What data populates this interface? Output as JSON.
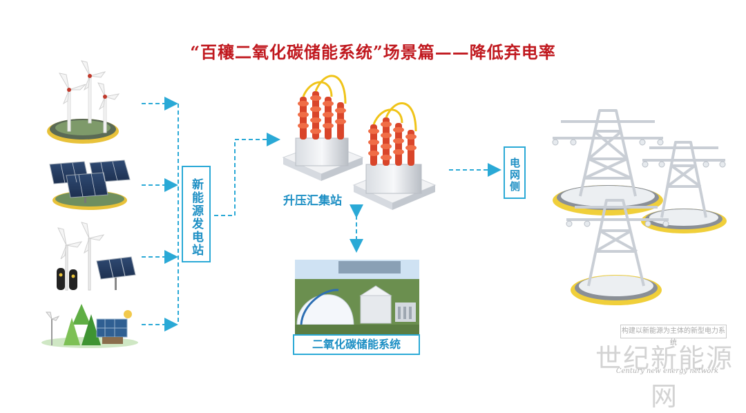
{
  "title": "“百穰二氧化碳储能系统”场景篇——降低弃电率",
  "nodes": {
    "new_energy_station": "新能源发电站",
    "boost_station": "升压汇集站",
    "grid_side": "电网侧",
    "co2_storage": "二氧化碳储能系统"
  },
  "watermark": {
    "caption": "构建以新能源为主体的新型电力系统",
    "brand": "世纪新能源网",
    "brand_en": "Century new energy network"
  },
  "colors": {
    "title": "#c0181e",
    "accent_blue": "#2aa9d6",
    "insulator_red": "#d9452a"
  }
}
